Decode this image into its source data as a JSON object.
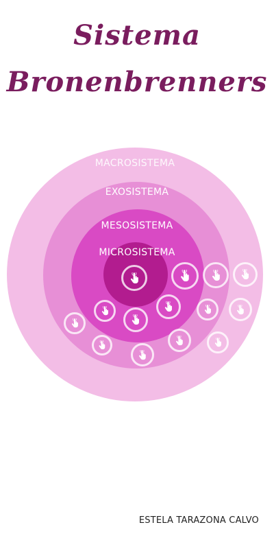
{
  "title": {
    "line1": "Sistema",
    "line2": "Bronenbrenners"
  },
  "rings": {
    "macro": "MACROSISTEMA",
    "exo": "EXOSISTEMA",
    "meso": "MESOSISTEMA",
    "micro": "MICROSISTEMA"
  },
  "author": "ESTELA TARAZONA CALVO",
  "colors": {
    "title": "#7a1d5e",
    "macro": "#f3bde6",
    "exo": "#e78fd6",
    "meso": "#d94ac4",
    "micro": "#b21c8f"
  },
  "hotspot_icon": "hand-pointer-icon"
}
